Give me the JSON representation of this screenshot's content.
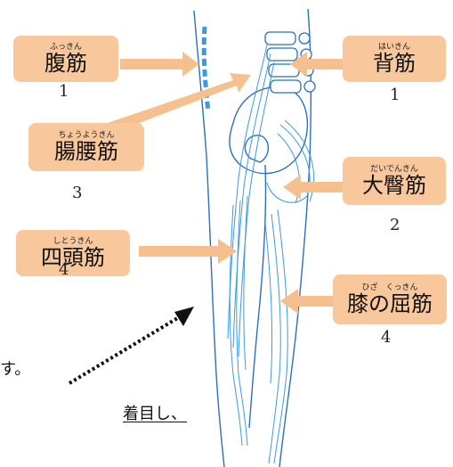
{
  "labels": [
    {
      "id": "fukkin",
      "ruby": "ふっきん",
      "name": "腹筋",
      "number": "1"
    },
    {
      "id": "haikin",
      "ruby": "はいきん",
      "name": "背筋",
      "number": "1"
    },
    {
      "id": "choyokin",
      "ruby": "ちょうようきん",
      "name": "腸腰筋",
      "number": "3"
    },
    {
      "id": "daidenkin",
      "ruby": "だいでんきん",
      "name": "大臀筋",
      "number": "2"
    },
    {
      "id": "shitoukin",
      "ruby": "しとうきん",
      "name": "四頭筋",
      "number": "4"
    },
    {
      "id": "hizakukkin",
      "ruby": "ひざ　くっきん",
      "name": "膝の屈筋",
      "number": "4"
    }
  ],
  "caption": {
    "line1": "す。",
    "line2": "着目し、"
  },
  "colors": {
    "label_bg": "#f8c79c",
    "arrow": "#f6bf8e",
    "muscle": "#3b9ae0",
    "outline": "#2b6fc2"
  }
}
